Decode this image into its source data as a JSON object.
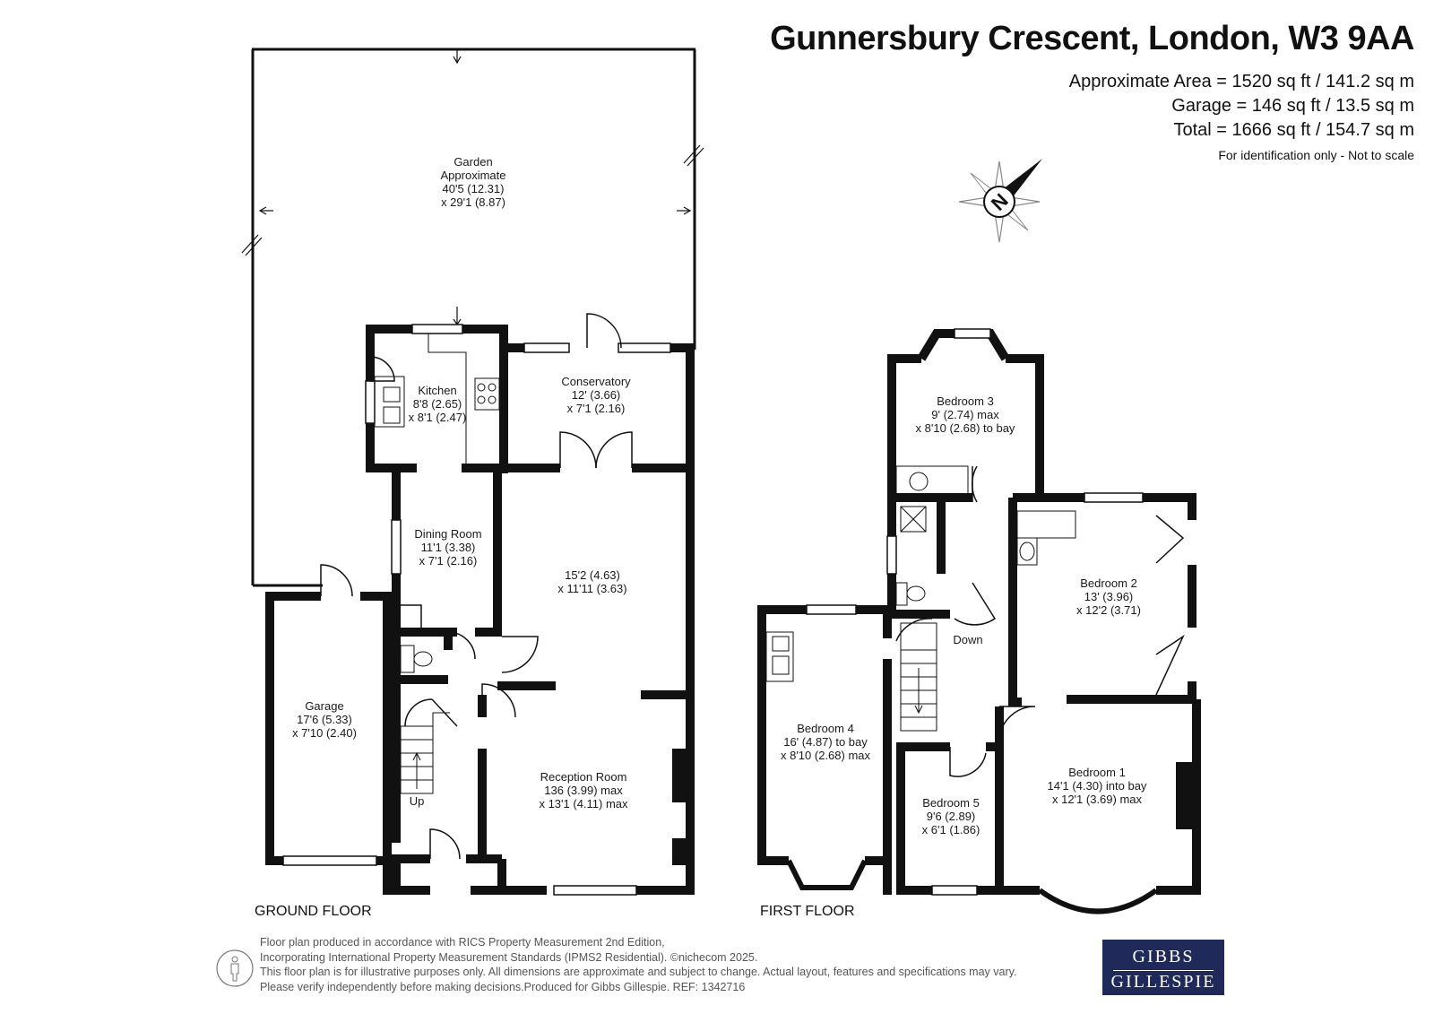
{
  "header": {
    "address": "Gunnersbury Crescent, London, W3 9AA",
    "approx_area": "Approximate Area = 1520 sq ft / 141.2 sq m",
    "garage_area": "Garage = 146 sq ft / 13.5 sq m",
    "total_area": "Total = 1666 sq ft / 154.7 sq m",
    "disclaimer": "For identification only - Not to scale"
  },
  "compass": {
    "letter": "N"
  },
  "ground_floor": {
    "label": "GROUND FLOOR",
    "garden": [
      "Garden",
      "Approximate",
      "40'5 (12.31)",
      "x 29'1 (8.87)"
    ],
    "kitchen": [
      "Kitchen",
      "8'8 (2.65)",
      "x 8'1 (2.47)"
    ],
    "conservatory": [
      "Conservatory",
      "12' (3.66)",
      "x 7'1 (2.16)"
    ],
    "dining": [
      "Dining Room",
      "11'1 (3.38)",
      "x 7'1 (2.16)"
    ],
    "living": [
      "15'2 (4.63)",
      "x 11'11 (3.63)"
    ],
    "garage": [
      "Garage",
      "17'6 (5.33)",
      "x 7'10 (2.40)"
    ],
    "reception": [
      "Reception Room",
      "136 (3.99) max",
      "x 13'1 (4.11) max"
    ],
    "stairs_up": "Up"
  },
  "first_floor": {
    "label": "FIRST FLOOR",
    "bedroom3": [
      "Bedroom 3",
      "9' (2.74) max",
      "x 8'10 (2.68) to bay"
    ],
    "bedroom2": [
      "Bedroom 2",
      "13' (3.96)",
      "x 12'2 (3.71)"
    ],
    "bedroom4": [
      "Bedroom 4",
      "16' (4.87) to bay",
      "x 8'10 (2.68) max"
    ],
    "bedroom5": [
      "Bedroom 5",
      "9'6 (2.89)",
      "x 6'1 (1.86)"
    ],
    "bedroom1": [
      "Bedroom 1",
      "14'1 (4.30) into bay",
      "x 12'1 (3.69) max"
    ],
    "stairs_down": "Down"
  },
  "footer": {
    "line1": "Floor plan produced in accordance with RICS Property Measurement 2nd Edition,",
    "line2": "Incorporating International Property Measurement Standards (IPMS2 Residential).  ©nichecom 2025.",
    "line3": "This floor plan is for illustrative purposes only. All dimensions are approximate and subject to change. Actual layout, features and specifications may vary.",
    "line4": "Please verify independently before making decisions.Produced for Gibbs Gillespie.   REF:  1342716"
  },
  "logo": {
    "line1": "GIBBS",
    "line2": "GILLESPIE"
  },
  "colors": {
    "wall": "#111111",
    "logo_bg": "#1f2a5a",
    "footer_text": "#555555"
  }
}
